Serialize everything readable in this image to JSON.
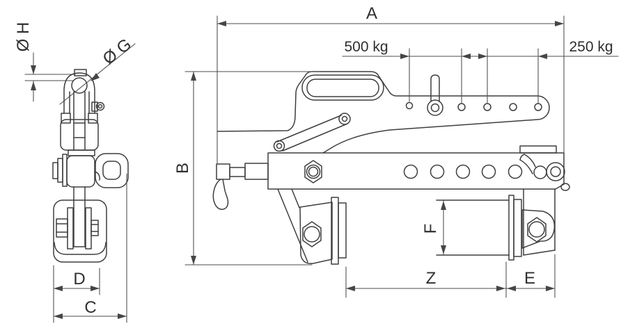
{
  "labels": {
    "a": "A",
    "b": "B",
    "c": "C",
    "d": "D",
    "e": "E",
    "f": "F",
    "z": "Z",
    "dia_h": "Ø H",
    "dia_g": "Ø G",
    "load_500": "500 kg",
    "load_250": "250 kg"
  },
  "colors": {
    "outline": "#3e3e3e",
    "dimension": "#4b4b4b",
    "arrow": "#454545",
    "text": "#2f2f2f",
    "background": "#ffffff"
  }
}
